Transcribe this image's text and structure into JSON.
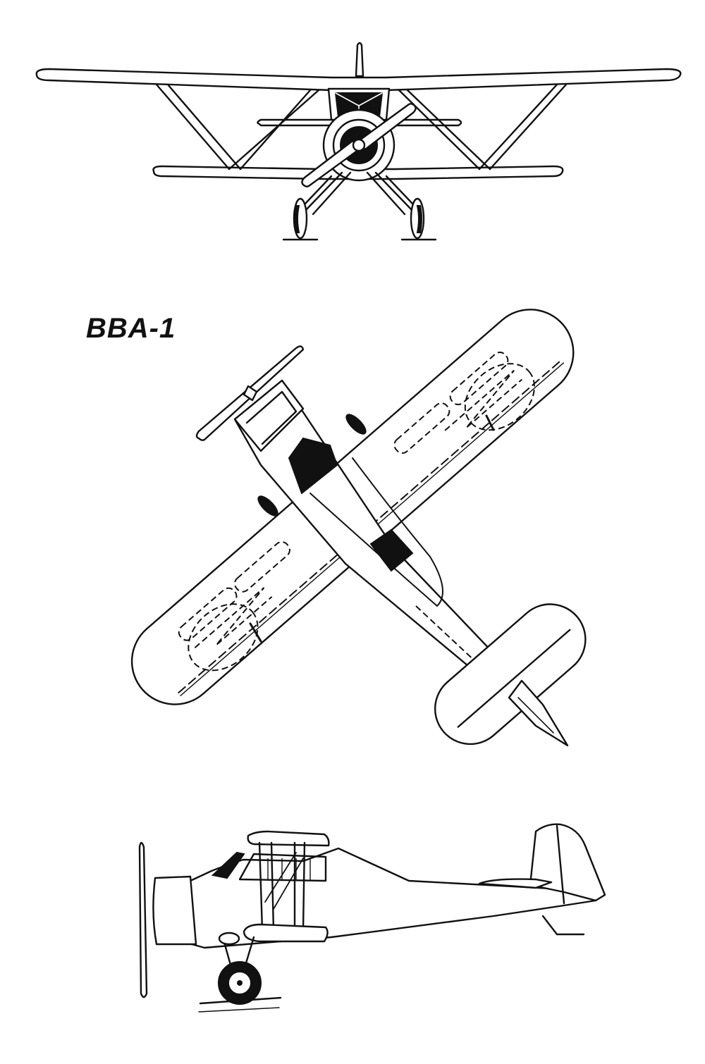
{
  "drawing": {
    "designation": "BBA-1"
  },
  "views": {
    "front": "front-view",
    "top": "top-view",
    "side": "side-view"
  }
}
